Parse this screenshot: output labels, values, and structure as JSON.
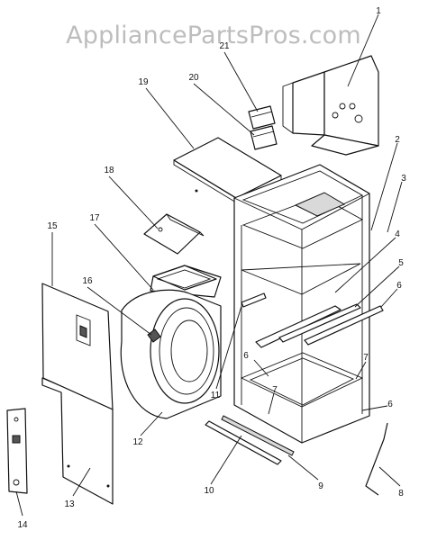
{
  "watermark": "AppliancePartsPros.com",
  "callouts": [
    "1",
    "2",
    "3",
    "4",
    "5",
    "6",
    "6",
    "6",
    "7",
    "7",
    "8",
    "9",
    "10",
    "11",
    "12",
    "13",
    "14",
    "15",
    "16",
    "17",
    "18",
    "19",
    "20",
    "21"
  ]
}
